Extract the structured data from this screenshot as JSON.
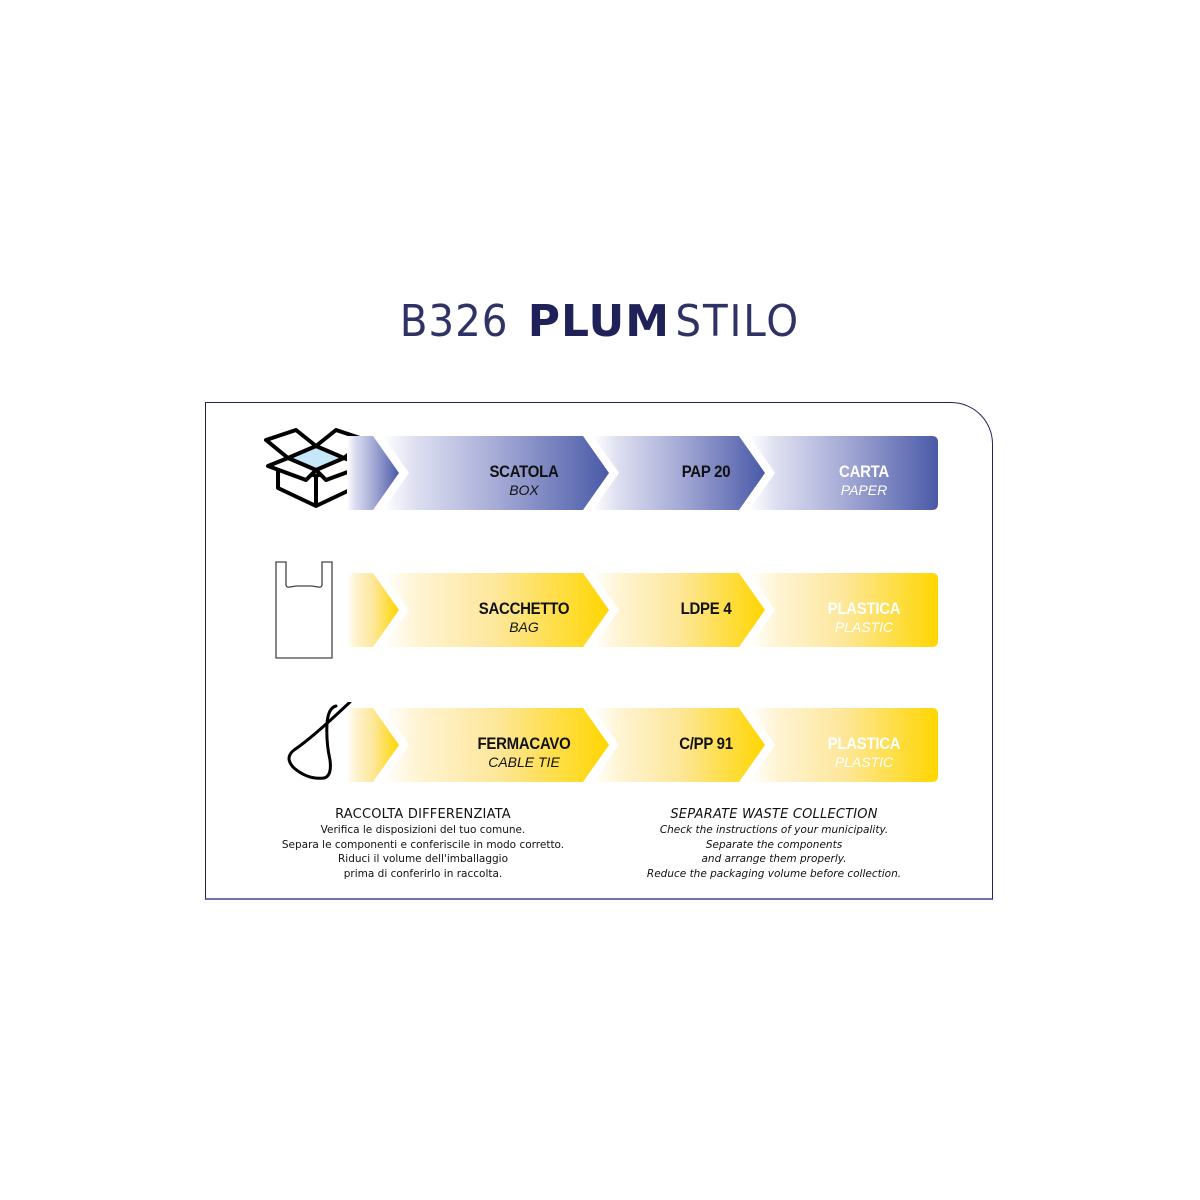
{
  "title": {
    "code": "B326",
    "brand_bold": "PLUM",
    "brand_light": "STILO"
  },
  "colors": {
    "title": "#1f2158",
    "border": "#22245e",
    "blue_start": "#e8e9f6",
    "blue_end": "#4a5aa8",
    "yellow_start": "#fff6d6",
    "yellow_end": "#ffd600"
  },
  "rows": [
    {
      "icon": "box-icon",
      "item": "SCATOLA",
      "item_en": "BOX",
      "code": "PAP 20",
      "material": "CARTA",
      "material_en": "PAPER",
      "theme": "blue"
    },
    {
      "icon": "bag-icon",
      "item": "SACCHETTO",
      "item_en": "BAG",
      "code": "LDPE 4",
      "material": "PLASTICA",
      "material_en": "PLASTIC",
      "theme": "yellow"
    },
    {
      "icon": "cable-tie-icon",
      "item": "FERMACAVO",
      "item_en": "CABLE TIE",
      "code": "C/PP 91",
      "material": "PLASTICA",
      "material_en": "PLASTIC",
      "theme": "yellow"
    }
  ],
  "notes": {
    "it": {
      "heading": "RACCOLTA DIFFERENZIATA",
      "lines": [
        "Verifica le disposizioni del tuo comune.",
        "Separa le componenti e conferiscile in modo corretto.",
        "Riduci il volume dell'imballaggio",
        "prima di conferirlo in raccolta."
      ]
    },
    "en": {
      "heading": "SEPARATE WASTE COLLECTION",
      "lines": [
        "Check the instructions of your municipality.",
        "Separate the components",
        "and arrange them properly.",
        "Reduce the packaging volume before collection."
      ]
    }
  }
}
